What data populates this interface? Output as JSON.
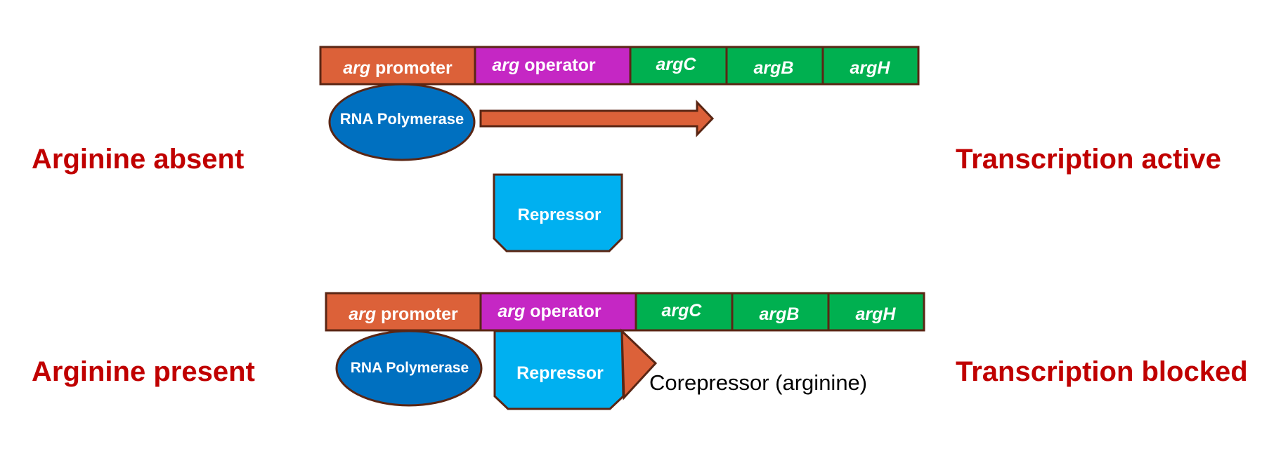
{
  "colors": {
    "promoter": "#dc6139",
    "operator": "#c527c4",
    "gene": "#00b050",
    "rna_polymerase": "#0070c0",
    "repressor": "#00b0f0",
    "corepressor": "#dc6139",
    "arrow": "#dc6139",
    "side_label": "#c00000",
    "outline": "#5a2614"
  },
  "panels": [
    {
      "condition_label": "Arginine absent",
      "outcome_label": "Transcription active",
      "segments": [
        {
          "italic": "arg",
          "rest": " promoter",
          "type": "promoter"
        },
        {
          "italic": "arg",
          "rest": " operator",
          "type": "operator"
        },
        {
          "italic": "argC",
          "rest": "",
          "type": "gene"
        },
        {
          "italic": "argB",
          "rest": "",
          "type": "gene"
        },
        {
          "italic": "argH",
          "rest": "",
          "type": "gene"
        }
      ],
      "rna_polymerase_label": "RNA Polymerase",
      "repressor_label": "Repressor",
      "repressor_bound": false,
      "transcription_arrow": true
    },
    {
      "condition_label": "Arginine present",
      "outcome_label": "Transcription blocked",
      "segments": [
        {
          "italic": "arg",
          "rest": " promoter",
          "type": "promoter"
        },
        {
          "italic": "arg",
          "rest": " operator",
          "type": "operator"
        },
        {
          "italic": "argC",
          "rest": "",
          "type": "gene"
        },
        {
          "italic": "argB",
          "rest": "",
          "type": "gene"
        },
        {
          "italic": "argH",
          "rest": "",
          "type": "gene"
        }
      ],
      "rna_polymerase_label": "RNA Polymerase",
      "repressor_label": "Repressor",
      "repressor_bound": true,
      "corepressor_label": "Corepressor (arginine)",
      "transcription_arrow": false
    }
  ]
}
